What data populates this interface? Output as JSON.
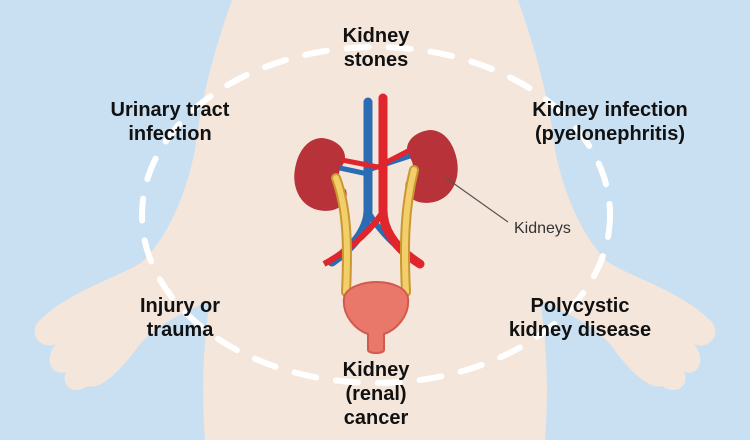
{
  "colors": {
    "background": "#c9e0f3",
    "body": "#f5e6db",
    "kidney": "#b8323a",
    "artery": "#e0262c",
    "vein": "#2b6cb3",
    "ureter": "#e8c15a",
    "bladder": "#e9786a",
    "ring": "#ffffff"
  },
  "labels": {
    "kidney_stones": "Kidney\nstones",
    "uti": "Urinary tract\ninfection",
    "kidney_infection": "Kidney infection\n(pyelonephritis)",
    "injury": "Injury or\ntrauma",
    "polycystic": "Polycystic\nkidney disease",
    "cancer": "Kidney\n(renal)\ncancer"
  },
  "callout": {
    "kidneys": "Kidneys"
  }
}
